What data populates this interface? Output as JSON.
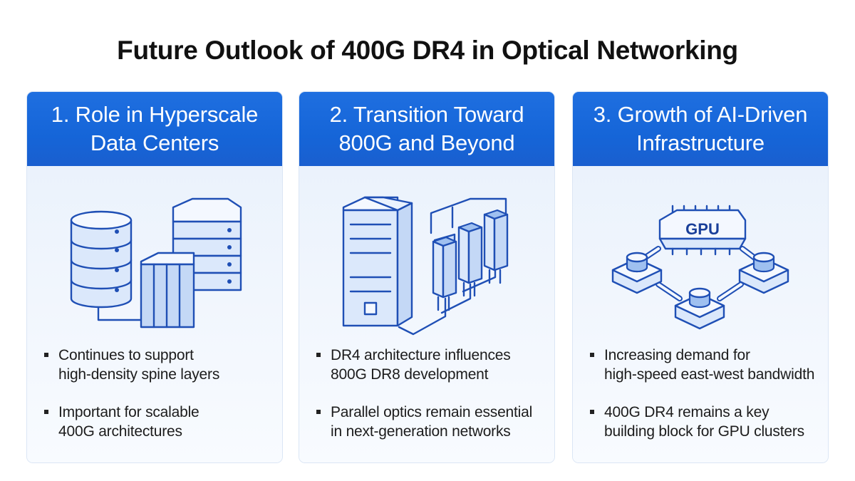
{
  "title": "Future Outlook of 400G DR4 in Optical Networking",
  "colors": {
    "header_blue": "#1565d8",
    "icon_stroke": "#1f4fb5",
    "card_bg": "#e7f0fc"
  },
  "cards": [
    {
      "heading_line1": "1. Role in Hyperscale",
      "heading_line2": "Data Centers",
      "illustration": "database-servers-icon",
      "bullets": [
        {
          "line1": "Continues to support",
          "line2": "high-density spine layers"
        },
        {
          "line1": "Important for scalable",
          "line2": "400G architectures"
        }
      ]
    },
    {
      "heading_line1": "2. Transition Toward",
      "heading_line2": "800G and Beyond",
      "illustration": "server-transceivers-icon",
      "bullets": [
        {
          "line1": "DR4 architecture influences",
          "line2": "800G DR8 development"
        },
        {
          "line1": "Parallel optics remain essential",
          "line2": "in next-generation networks"
        }
      ]
    },
    {
      "heading_line1": "3. Growth of AI-Driven",
      "heading_line2": "Infrastructure",
      "illustration": "gpu-cluster-icon",
      "gpu_label": "GPU",
      "bullets": [
        {
          "line1": "Increasing demand for",
          "line2": "high-speed east-west bandwidth"
        },
        {
          "line1": "400G DR4 remains a key",
          "line2": "building block for GPU clusters"
        }
      ]
    }
  ]
}
